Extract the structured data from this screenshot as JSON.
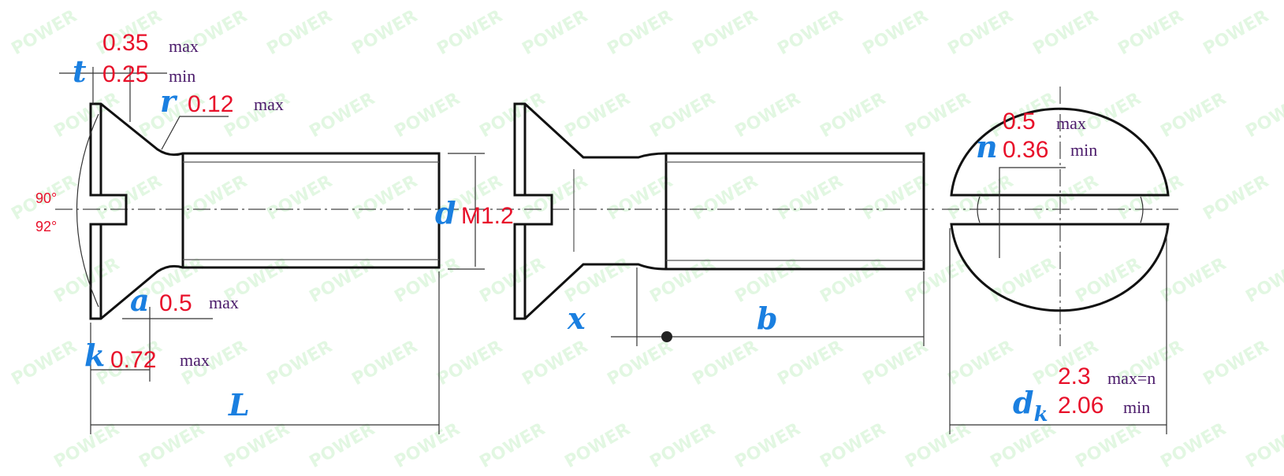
{
  "watermark": "POWER",
  "colors": {
    "symbol": "#1a7fe0",
    "value": "#e8102a",
    "tag": "#4a1a6a"
  },
  "dims": {
    "t": {
      "sym": "t",
      "max": "0.35",
      "min": "0.25",
      "max_tag": "max",
      "min_tag": "min"
    },
    "r": {
      "sym": "r",
      "val": "0.12",
      "tag": "max"
    },
    "angle": {
      "a1": "90°",
      "a2": "92°"
    },
    "a": {
      "sym": "a",
      "val": "0.5",
      "tag": "max"
    },
    "k": {
      "sym": "k",
      "val": "0.72",
      "tag": "max"
    },
    "L": {
      "sym": "L"
    },
    "d": {
      "sym": "d",
      "val": "M1.2"
    },
    "x": {
      "sym": "x"
    },
    "b": {
      "sym": "b"
    },
    "n": {
      "sym": "n",
      "max": "0.5",
      "min": "0.36",
      "max_tag": "max",
      "min_tag": "min"
    },
    "dk": {
      "sym": "d",
      "sub": "k",
      "max": "2.3",
      "min": "2.06",
      "max_tag": "max=n",
      "min_tag": "min"
    }
  }
}
